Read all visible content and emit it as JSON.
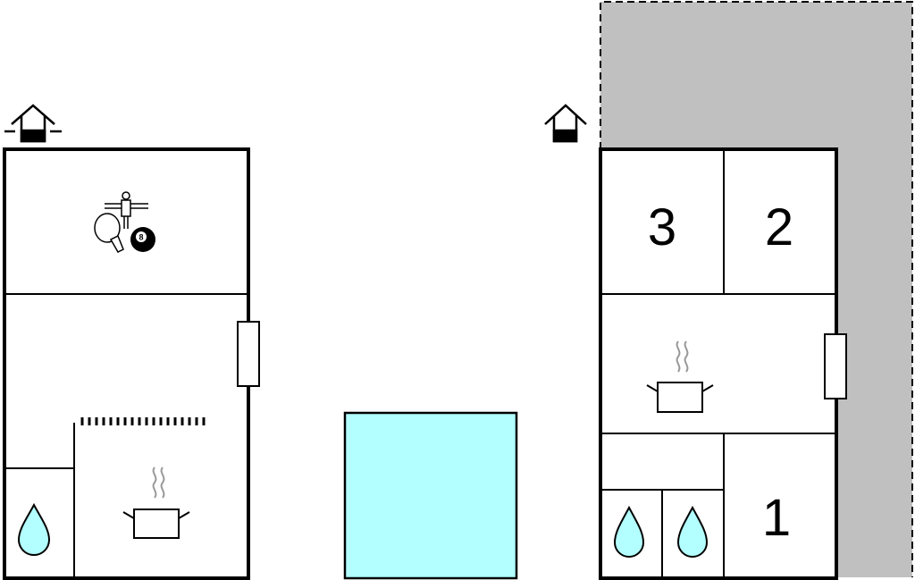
{
  "colors": {
    "background": "#ffffff",
    "pool": "#b3ffff",
    "terrace": "#c0c0c0",
    "water": "#b3ffff",
    "line": "#000000"
  },
  "left_building": {
    "entrance_icon": "entrance-house-icon",
    "activity_icons": [
      "table-football-icon",
      "table-tennis-icon",
      "billiard-ball-icon"
    ],
    "billiard_ball_label": "8",
    "kitchen_icon": "cooking-pot-icon",
    "bathroom_icon": "water-drop-icon"
  },
  "right_building": {
    "entrance_icon": "entrance-house-icon",
    "rooms": [
      "3",
      "2",
      "1"
    ],
    "kitchen_icon": "cooking-pot-icon",
    "bathroom_icons": [
      "water-drop-icon",
      "water-drop-icon"
    ]
  },
  "pool": {
    "icon": "pool-area"
  },
  "terrace": {
    "icon": "terrace-area"
  }
}
